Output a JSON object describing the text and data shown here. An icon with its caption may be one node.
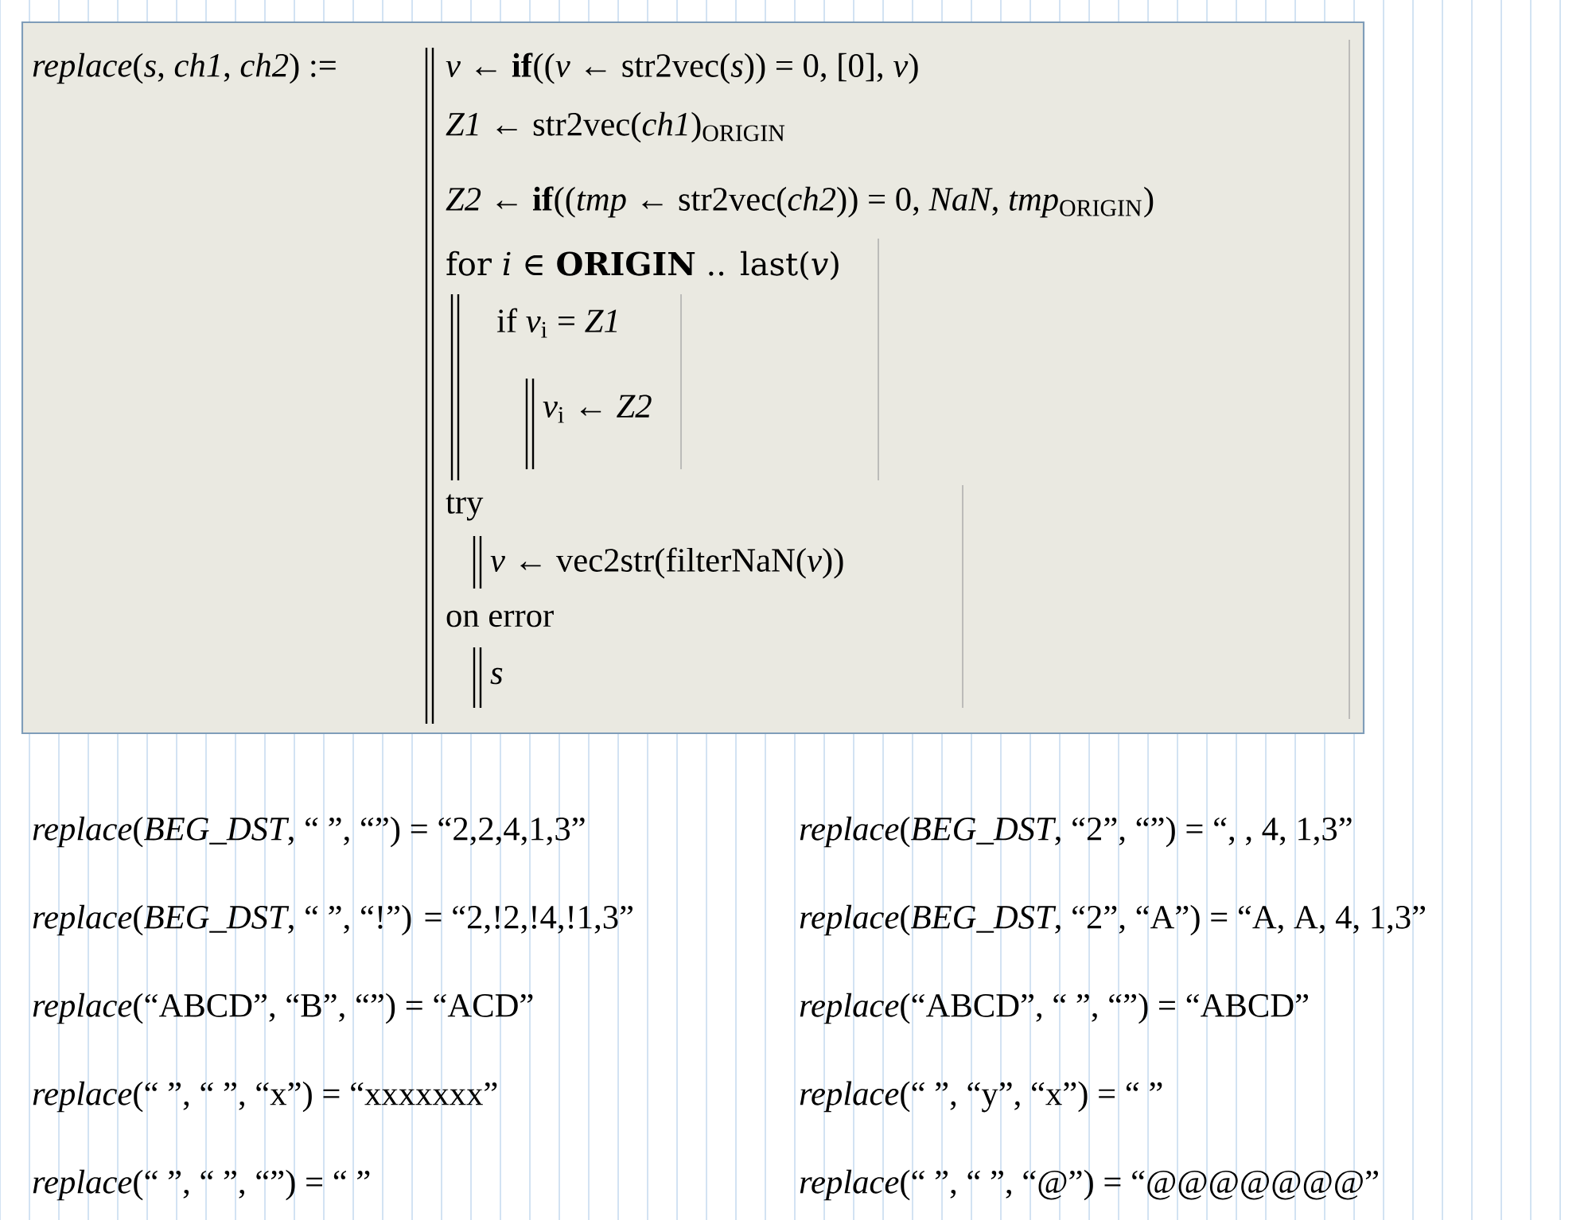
{
  "diagram": {
    "nodes": [
      {
        "text": [
          "*replace*(*s*, *ch1*, *ch2*) :=",
          "*v* ← **if**((*v* ← str2vec(*s*)) = 0, [0], *v*)",
          "*Z1* ← str2vec(*ch1*)$_{ORIGIN}$",
          "*Z2* ← **if**((*tmp* ← str2vec(*ch2*)) = 0, *NaN*, *tmp*$_{ORIGIN}$)",
          "for *i* ∈ **ORIGIN** .. last(*v*)",
          "if *v*$_{i}$ = *Z1*",
          "*v*$_{i}$ ← *Z2*",
          "try",
          "*v* ← vec2str(filterNaN(*v*))",
          "on error",
          "*s*"
        ]
      }
    ],
    "labels": [
      "*replace*(*BEG_DST*, “ ”, “”) = “2,2,4,1,3”",
      "*replace*(*BEG_DST*, “2”, “”) = “, , 4, 1,3”",
      "*replace*(*BEG_DST*, “ ”, “!”) = “2,!2,!4,!1,3”",
      "*replace*(*BEG_DST*, “2”, “A”) = “A, A, 4, 1,3”",
      "*replace*(“ABCD”, “B”, “”) = “ACD”",
      "*replace*(“ABCD”, “ ”, “”) = “ABCD”",
      "*replace*(“       ”, “ ”, “x”) = “xxxxxxx”",
      "*replace*(“       ”, “y”, “x”) = “       ”",
      "*replace*(“       ”, “ ”, “”) = “       ”",
      "*replace*(“       ”, “ ”, “@”) = “@@@@@@@”"
    ]
  }
}
